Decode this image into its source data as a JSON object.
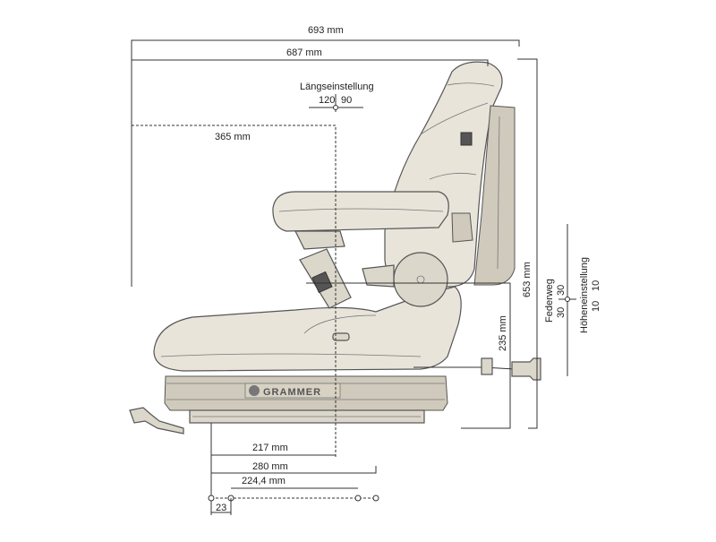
{
  "labels": {
    "width_total": "693 mm",
    "width_inner": "687 mm",
    "laengs_title": "Längseinstellung",
    "laengs_left": "120",
    "laengs_right": "90",
    "dim_365": "365 mm",
    "height_total": "653 mm",
    "height_235": "235 mm",
    "federweg": "Federweg",
    "federweg_a": "30",
    "federweg_b": "30",
    "hoehe_title": "Höheneinstellung",
    "hoehe_a": "10",
    "hoehe_b": "10",
    "dim_217": "217 mm",
    "dim_280": "280 mm",
    "dim_224": "224,4 mm",
    "dim_23": "23",
    "brand": "GRAMMER"
  },
  "colors": {
    "seat_fill": "#e8e4da",
    "line": "#333333"
  }
}
